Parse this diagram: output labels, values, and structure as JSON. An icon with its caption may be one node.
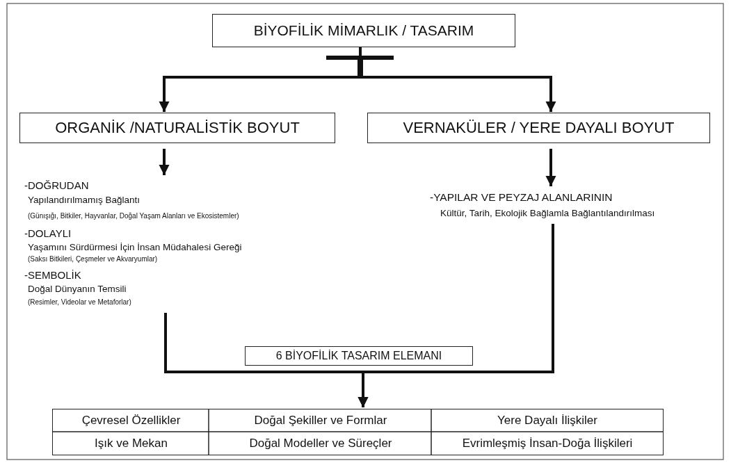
{
  "diagram": {
    "nodes": [
      {
        "text": [
          "BİYOFİLİK MİMARLIK / TASARIM"
        ]
      },
      {
        "text": [
          "ORGANİK /NATURALİSTİK BOYUT"
        ]
      },
      {
        "text": [
          "VERNAKÜLER / YERE DAYALI BOYUT"
        ]
      },
      {
        "text": [
          "-DOĞRUDAN",
          "Yapılandırılmamış Bağlantı",
          "(Günışığı, Bitkiler, Hayvanlar, Doğal Yaşam Alanları ve Ekosistemler)",
          "-DOLAYLI",
          "Yaşamını Sürdürmesi İçin İnsan Müdahalesi Gereği",
          "(Saksı Bitkileri, Çeşmeler ve Akvaryumlar)",
          "-SEMBOLİK",
          "Doğal Dünyanın Temsili",
          "(Resimler, Videolar ve Metaforlar)"
        ]
      },
      {
        "text": [
          "-YAPILAR VE PEYZAJ ALANLARININ",
          "Kültür, Tarih, Ekolojik Bağlamla Bağlantılandırılması"
        ]
      },
      {
        "text": [
          "6 BİYOFİLİK TASARIM ELEMANI"
        ]
      },
      {
        "text": [
          "Çevresel Özellikler",
          "Doğal Şekiller ve Formlar",
          "Yere Dayalı İlişkiler",
          "Işık ve Mekan",
          "Doğal Modeller ve Süreçler",
          "Evrimleşmiş İnsan-Doğa İlişkileri"
        ]
      }
    ],
    "edges": [
      {
        "from": 0,
        "to": 1,
        "arrow": "to"
      },
      {
        "from": 0,
        "to": 2,
        "arrow": "to"
      },
      {
        "from": 1,
        "to": 3,
        "arrow": "to"
      },
      {
        "from": 2,
        "to": 4,
        "arrow": "to"
      },
      {
        "from": 3,
        "to": 6,
        "arrow": "to"
      },
      {
        "from": 4,
        "to": 6,
        "arrow": "to"
      }
    ]
  }
}
